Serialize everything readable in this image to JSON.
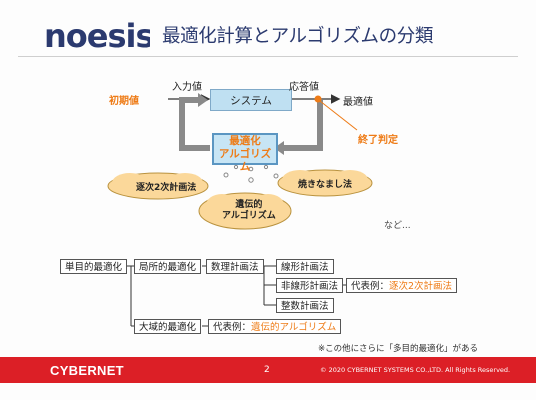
{
  "header": {
    "logo_text": "noesis",
    "title": "最適化計算とアルゴリズムの分類"
  },
  "diagram": {
    "initial_value": "初期値",
    "input_value": "入力値",
    "system": "システム",
    "response_value": "応答値",
    "optimal_value": "最適値",
    "termination": "終了判定",
    "algorithm_line1": "最適化",
    "algorithm_line2": "アルゴリズム",
    "cloud_sqp": "逐次2次計画法",
    "cloud_annealing": "焼きなまし法",
    "cloud_ga_line1": "遺伝的",
    "cloud_ga_line2": "アルゴリズム",
    "etc": "など..."
  },
  "tree": {
    "single_objective": "単目的最適化",
    "local": "局所的最適化",
    "math_programming": "数理計画法",
    "linear": "線形計画法",
    "nonlinear": "非線形計画法",
    "integer": "整数計画法",
    "example_prefix": "代表例：",
    "example_sqp": "逐次2次計画法",
    "global": "大域的最適化",
    "example_ga": "遺伝的アルゴリズム"
  },
  "note": "※この他にさらに「多目的最適化」がある",
  "footer": {
    "brand": "CYBERNET",
    "page": "2",
    "copyright": "© 2020 CYBERNET SYSTEMS CO.,LTD. All Rights Reserved."
  },
  "colors": {
    "accent": "#ee7b16",
    "title": "#2b3a6f",
    "footer": "#dc1f26",
    "box": "#bfe0f2"
  }
}
